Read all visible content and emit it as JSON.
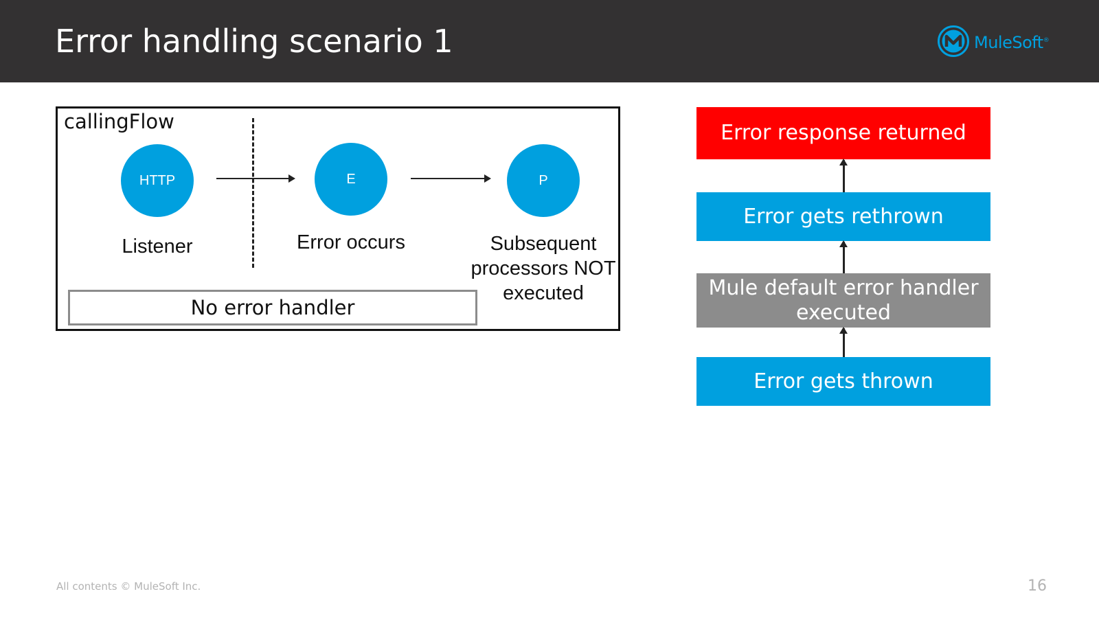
{
  "slide": {
    "title": "Error handling scenario 1",
    "footer": "All contents © MuleSoft Inc.",
    "page_number": "16"
  },
  "logo": {
    "text": "MuleSoft",
    "mark": "®",
    "color": "#00a0df"
  },
  "flow": {
    "name": "callingFlow",
    "nodes": [
      {
        "icon_text": "HTTP",
        "label": "Listener"
      },
      {
        "icon_text": "E",
        "label": "Error occurs"
      },
      {
        "icon_text": "P",
        "label_lines": [
          "Subsequent",
          "processors NOT",
          "executed"
        ]
      }
    ],
    "error_handler": "No error handler"
  },
  "steps": [
    {
      "text": "Error response returned",
      "color": "#ff0000"
    },
    {
      "text": "Error gets rethrown",
      "color": "#00a0df"
    },
    {
      "text_lines": [
        "Mule default error handler",
        "executed"
      ],
      "color": "#8c8c8c"
    },
    {
      "text": "Error gets thrown",
      "color": "#00a0df"
    }
  ],
  "colors": {
    "header_bg": "#333132",
    "node_blue": "#00a0df"
  }
}
